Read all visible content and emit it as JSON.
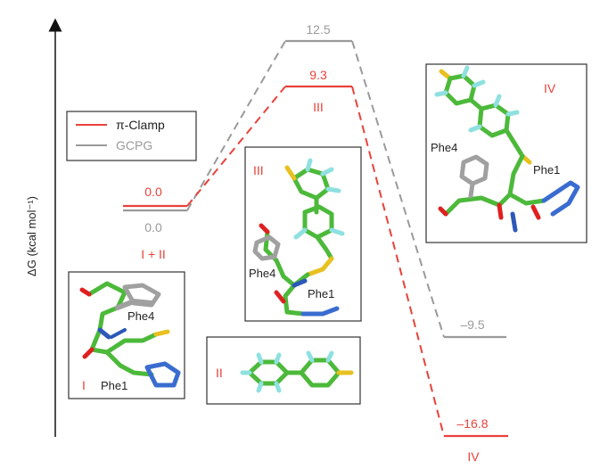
{
  "axis": {
    "ylabel_symbol": "ΔG",
    "ylabel_unit": "(kcal mol⁻¹)"
  },
  "legend": {
    "items": [
      {
        "label": "π-Clamp",
        "color": "#e8423a"
      },
      {
        "label": "GCPG",
        "color": "#9a9a9a"
      }
    ]
  },
  "colors": {
    "red": "#e8423a",
    "gray": "#9a9a9a",
    "carbon": "#4cb93a",
    "nitrogen": "#2c58b8",
    "oxygen": "#e02020",
    "sulfur": "#e8c020",
    "fluorine": "#8fe0e0",
    "phe4": "#a0a0a0",
    "phe1": "#3a6cd0"
  },
  "energy_levels": {
    "start_red": "0.0",
    "start_gray": "0.0",
    "start_label": "I + II",
    "ts_red": "9.3",
    "ts_gray": "12.5",
    "ts_label": "III",
    "end_gray": "–9.5",
    "end_red": "–16.8",
    "end_label": "IV"
  },
  "panels": {
    "p1": {
      "tag": "I",
      "res_a": "Phe4",
      "res_b": "Phe1"
    },
    "p2": {
      "tag": "II"
    },
    "p3": {
      "tag": "III",
      "res_a": "Phe4",
      "res_b": "Phe1"
    },
    "p4": {
      "tag": "IV",
      "res_a": "Phe4",
      "res_b": "Phe1"
    }
  }
}
